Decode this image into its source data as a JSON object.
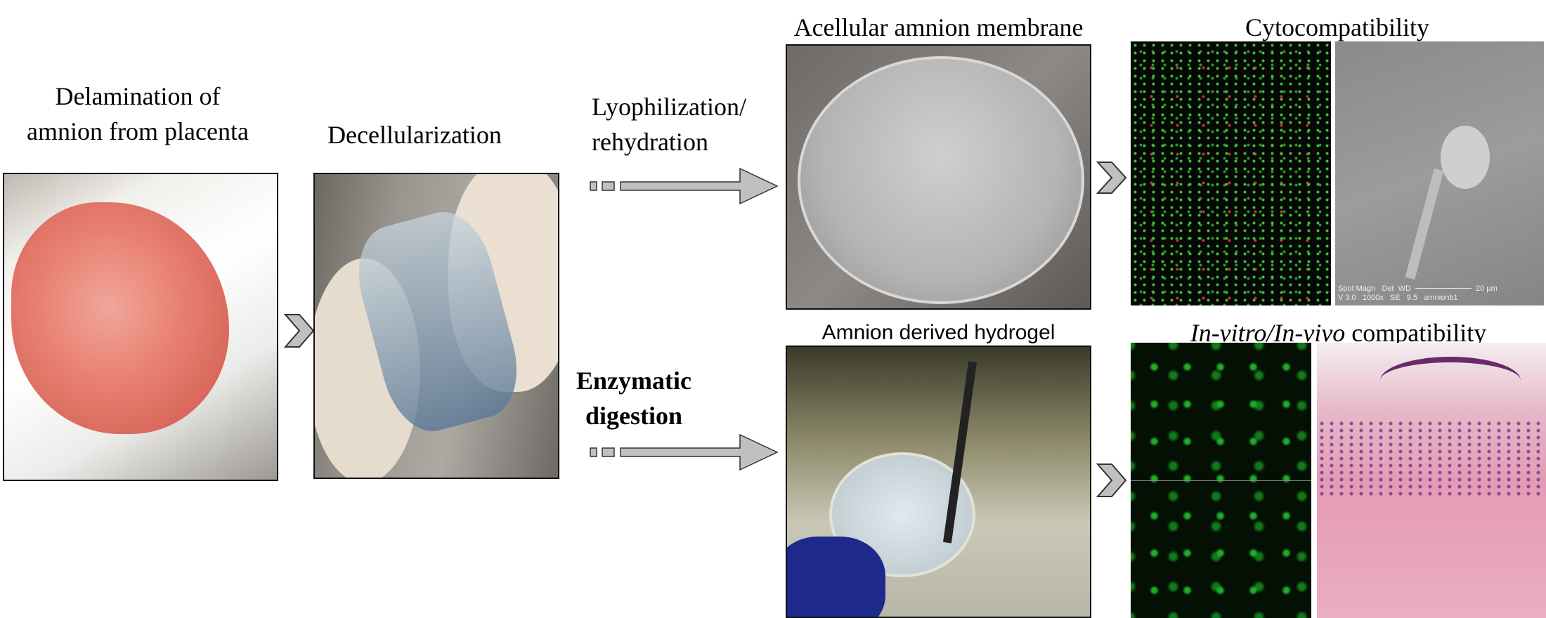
{
  "steps": {
    "delamination": {
      "line1": "Delamination of",
      "line2": "amnion from placenta"
    },
    "decellularization": "Decellularization",
    "lyophilization": {
      "line1": "Lyophilization/",
      "line2": "rehydration"
    },
    "enzymatic": {
      "line1": "Enzymatic",
      "line2": "digestion"
    }
  },
  "products": {
    "membrane": "Acellular amnion membrane",
    "hydrogel": "Amnion derived hydrogel"
  },
  "outcomes": {
    "cyto": "Cytocompatibility",
    "compat_italic1": "In-vitro",
    "compat_slash": "/",
    "compat_italic2": "In-vivo",
    "compat_rest": " compatibility"
  },
  "sem_info": {
    "row1": "Spot Magn   Det  WD",
    "row2": "V 3.0   1000x   SE   9.5   amnionb1",
    "scale": "20 µm"
  },
  "colors": {
    "arrow_fill": "#c0c0c0",
    "arrow_stroke": "#333333"
  }
}
